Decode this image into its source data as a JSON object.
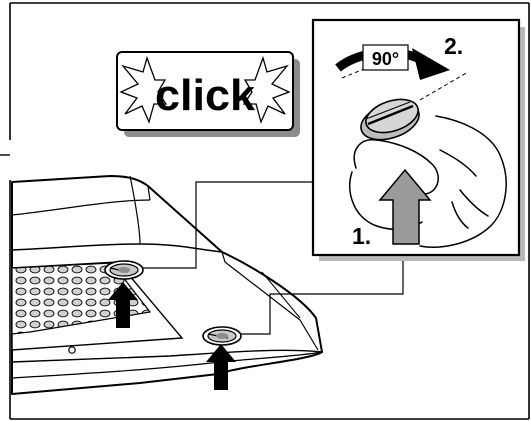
{
  "callouts": {
    "click_label": "click",
    "rotation_angle": "90°",
    "step_1": "1.",
    "step_2": "2."
  },
  "colors": {
    "line": "#000000",
    "paper": "#ffffff",
    "arrow_gray": "#9a9a9a",
    "click_shadow": "#8c8c8c",
    "panel_shadow": "#b8b8b8"
  }
}
